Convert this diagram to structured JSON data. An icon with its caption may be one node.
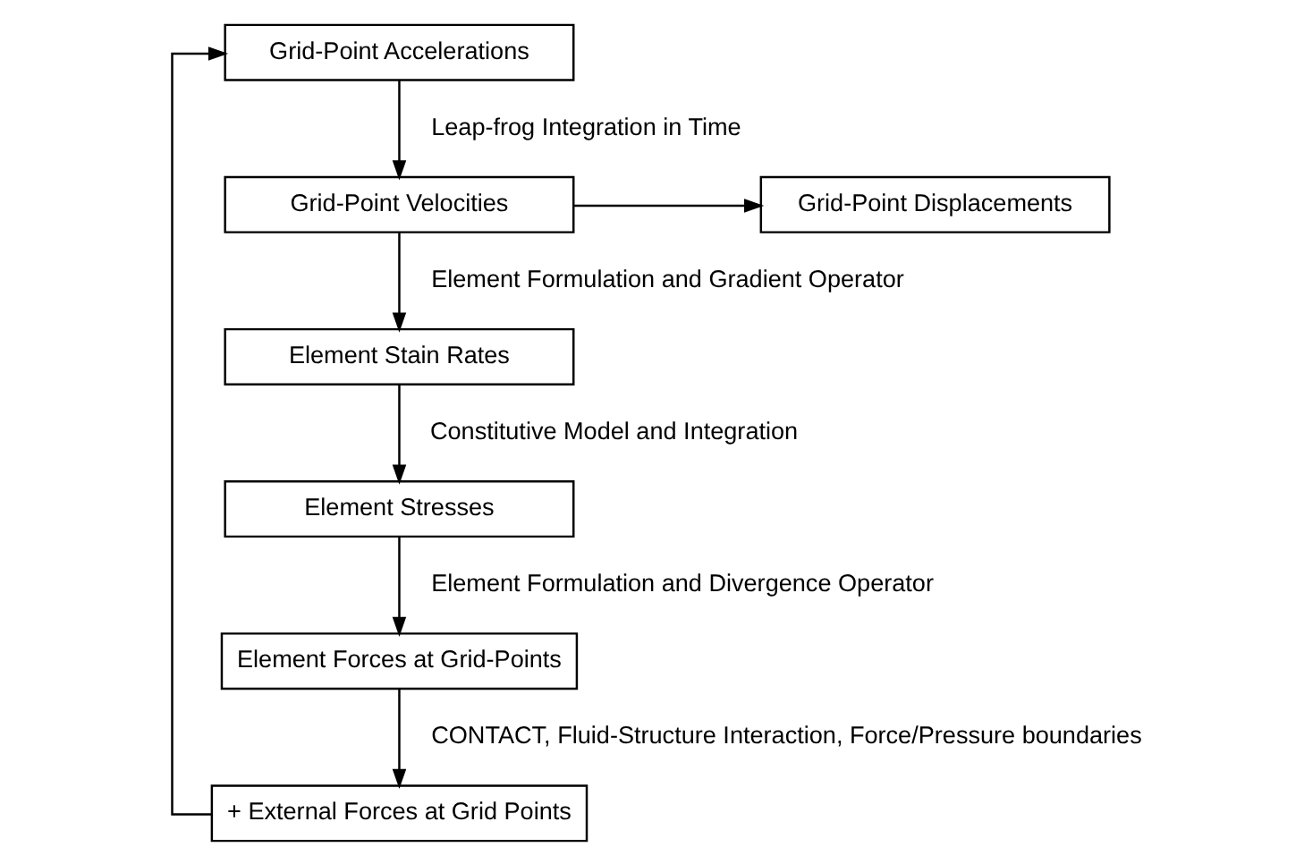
{
  "diagram": {
    "nodes": [
      {
        "text": [
          "Grid-Point Accelerations"
        ]
      },
      {
        "text": [
          "Grid-Point Velocities"
        ]
      },
      {
        "text": [
          "Grid-Point Displacements"
        ]
      },
      {
        "text": [
          "Element Stain Rates"
        ]
      },
      {
        "text": [
          "Element Stresses"
        ]
      },
      {
        "text": [
          "Element Forces at Grid-Points"
        ]
      },
      {
        "text": [
          "+ External Forces at Grid Points"
        ]
      }
    ],
    "edges": [
      {
        "from": 0,
        "to": 1,
        "arrow": "to",
        "label": "Leap-frog Integration in Time"
      },
      {
        "from": 1,
        "to": 2,
        "arrow": "to"
      },
      {
        "from": 1,
        "to": 3,
        "arrow": "to",
        "label": "Element Formulation and Gradient Operator"
      },
      {
        "from": 3,
        "to": 4,
        "arrow": "to",
        "label": "Constitutive Model and Integration"
      },
      {
        "from": 4,
        "to": 5,
        "arrow": "to",
        "label": "Element Formulation and Divergence Operator"
      },
      {
        "from": 5,
        "to": 6,
        "arrow": "to",
        "label": "CONTACT, Fluid-Structure Interaction, Force/Pressure boundaries"
      },
      {
        "from": 6,
        "to": 0,
        "arrow": "to"
      }
    ]
  }
}
